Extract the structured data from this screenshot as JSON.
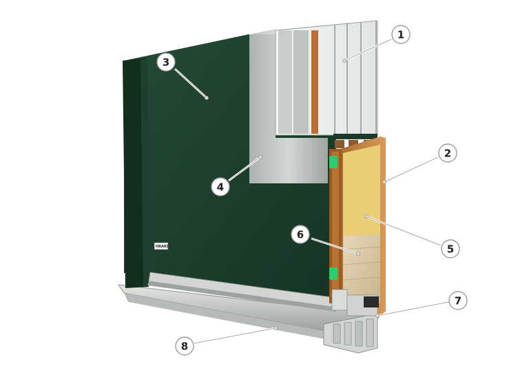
{
  "diagram": {
    "callouts": [
      {
        "id": "c1",
        "label": "1"
      },
      {
        "id": "c2",
        "label": "2"
      },
      {
        "id": "c3",
        "label": "3"
      },
      {
        "id": "c4",
        "label": "4"
      },
      {
        "id": "c5",
        "label": "5"
      },
      {
        "id": "c6",
        "label": "6"
      },
      {
        "id": "c7",
        "label": "7"
      },
      {
        "id": "c8",
        "label": "8"
      }
    ],
    "logo_text": "HBARD",
    "colors": {
      "panel": "#1d3b2a",
      "frame": "#15301f",
      "steel": "#c9ccca",
      "glass": "#e9eeee",
      "wood": "#c48a4a",
      "insulation": "#e6c46a",
      "oak": "#d9c8a9",
      "gasket": "#2ecc71",
      "callout_stroke": "#9a9a9a"
    }
  }
}
